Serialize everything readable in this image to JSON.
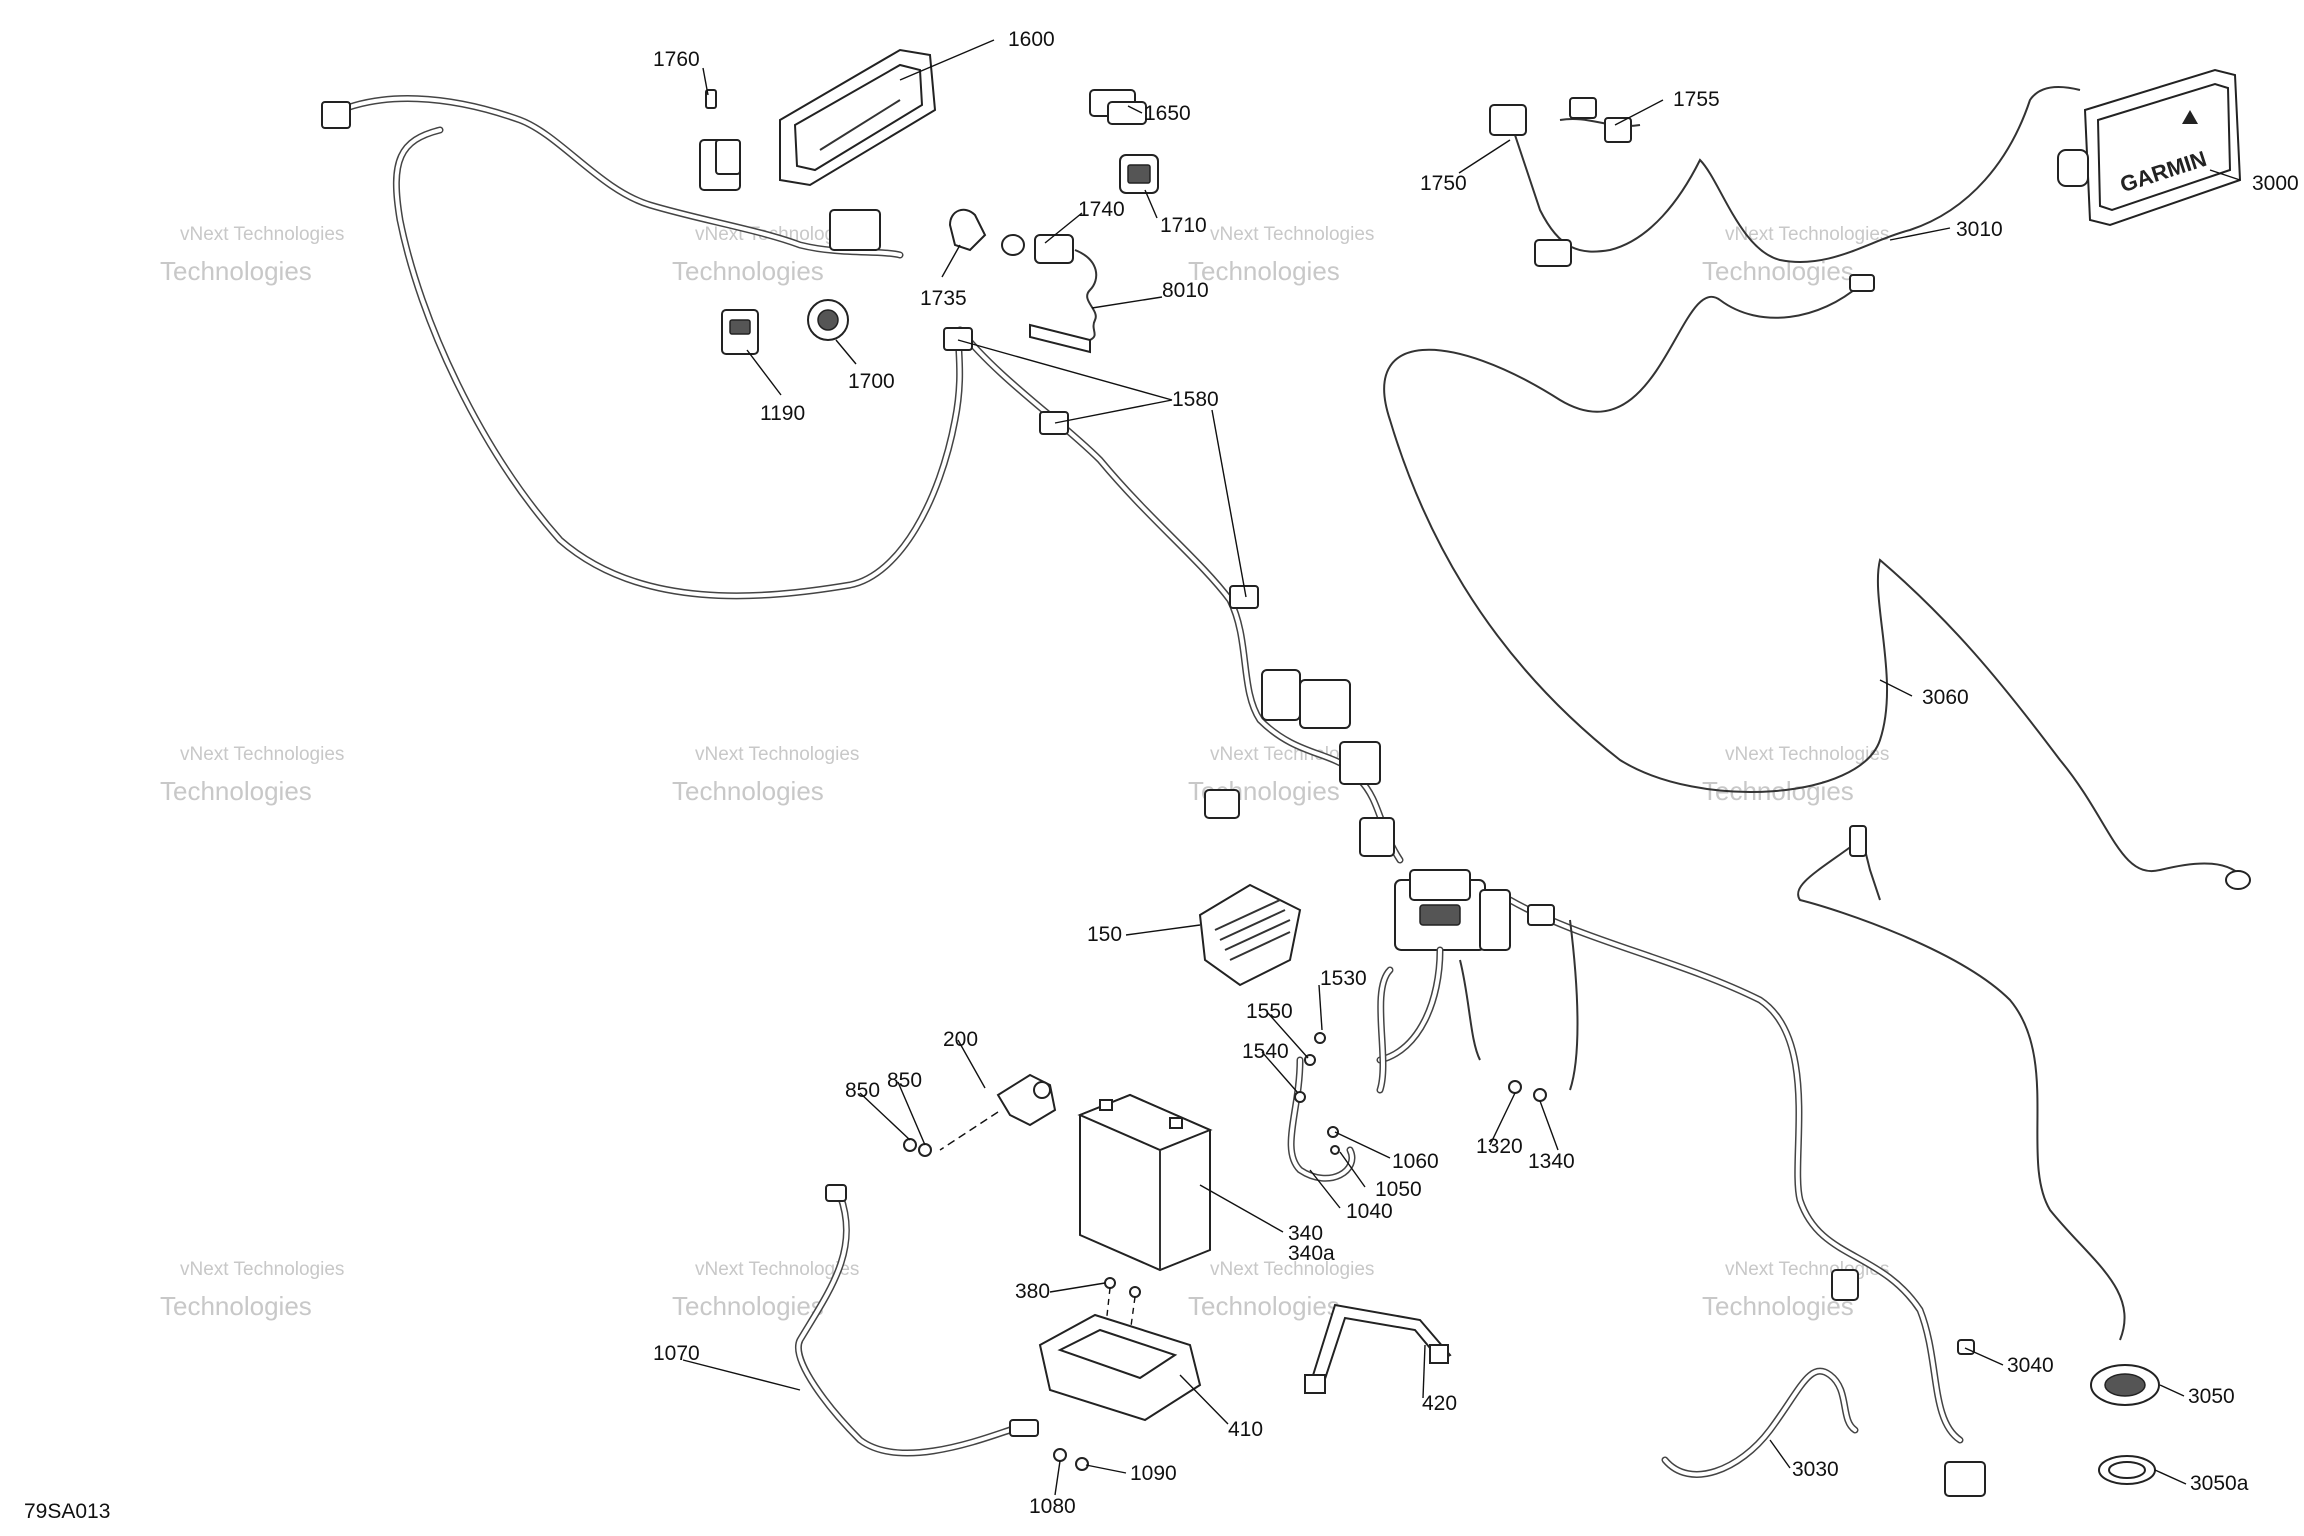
{
  "sheet_id": "79SA013",
  "watermark": {
    "line1": "vNext Technologies",
    "line2": "Technologies"
  },
  "device_label": "GARMIN",
  "parts": [
    {
      "id": "p1600",
      "label": "1600"
    },
    {
      "id": "p1760",
      "label": "1760"
    },
    {
      "id": "p1650",
      "label": "1650"
    },
    {
      "id": "p1740",
      "label": "1740"
    },
    {
      "id": "p1710",
      "label": "1710"
    },
    {
      "id": "p1735",
      "label": "1735"
    },
    {
      "id": "p8010",
      "label": "8010"
    },
    {
      "id": "p1700",
      "label": "1700"
    },
    {
      "id": "p1190",
      "label": "1190"
    },
    {
      "id": "p1580",
      "label": "1580"
    },
    {
      "id": "p1755",
      "label": "1755"
    },
    {
      "id": "p1750",
      "label": "1750"
    },
    {
      "id": "p3000",
      "label": "3000"
    },
    {
      "id": "p3010",
      "label": "3010"
    },
    {
      "id": "p3060",
      "label": "3060"
    },
    {
      "id": "p150",
      "label": "150"
    },
    {
      "id": "p1530",
      "label": "1530"
    },
    {
      "id": "p1550",
      "label": "1550"
    },
    {
      "id": "p1540",
      "label": "1540"
    },
    {
      "id": "p200",
      "label": "200"
    },
    {
      "id": "p850a",
      "label": "850"
    },
    {
      "id": "p850b",
      "label": "850"
    },
    {
      "id": "p1060",
      "label": "1060"
    },
    {
      "id": "p1050",
      "label": "1050"
    },
    {
      "id": "p1040",
      "label": "1040"
    },
    {
      "id": "p1320",
      "label": "1320"
    },
    {
      "id": "p1340",
      "label": "1340"
    },
    {
      "id": "p340",
      "label": "340"
    },
    {
      "id": "p340a",
      "label": "340a"
    },
    {
      "id": "p380",
      "label": "380"
    },
    {
      "id": "p1070",
      "label": "1070"
    },
    {
      "id": "p410",
      "label": "410"
    },
    {
      "id": "p420",
      "label": "420"
    },
    {
      "id": "p1090",
      "label": "1090"
    },
    {
      "id": "p1080",
      "label": "1080"
    },
    {
      "id": "p3030",
      "label": "3030"
    },
    {
      "id": "p3040",
      "label": "3040"
    },
    {
      "id": "p3050",
      "label": "3050"
    },
    {
      "id": "p3050a",
      "label": "3050a"
    }
  ]
}
